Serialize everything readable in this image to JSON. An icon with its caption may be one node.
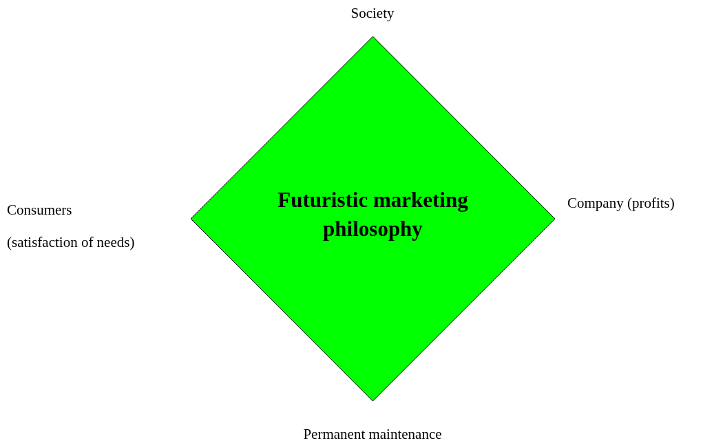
{
  "diagram": {
    "nodes": [
      {
        "text": [
          "Futuristic marketing philosophy"
        ]
      }
    ],
    "labels": [
      "Society",
      "Consumers",
      "(satisfaction of needs)",
      "Company (profits)",
      "Permanent maintenance"
    ]
  }
}
